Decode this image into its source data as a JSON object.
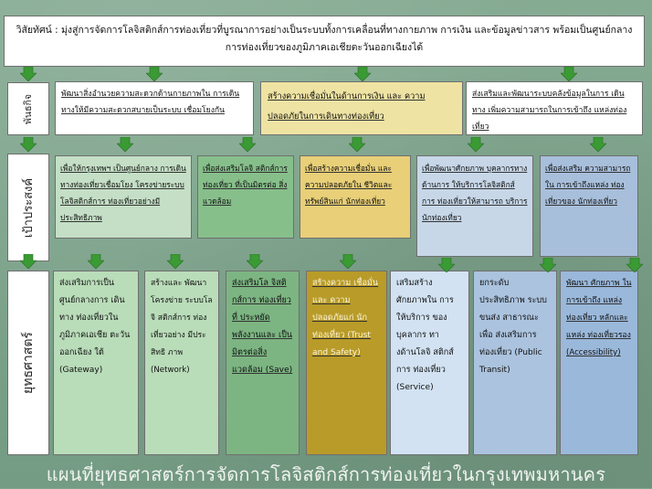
{
  "vision": {
    "text": "วิสัยทัศน์ : มุ่งสู่การจัดการโลจิสติกส์การท่องเที่ยวที่บูรณาการอย่างเป็นระบบทั้งการเคลื่อนที่ทางกายภาพ การเงิน และข้อมูลข่าวสาร พร้อมเป็นศูนย์กลางการท่องเที่ยวของภูมิภาคเอเชียตะวันออกเฉียงได้"
  },
  "side_labels": {
    "mission": "พันธกิจ",
    "goals": "เป้าประสงค์",
    "strategy": "ยุทธศาสตร์"
  },
  "missions": [
    "พัฒนาสิ่งอำนวยความสะดวกด้านกายภาพใน การเดินทางให้มีความสะดวกสบายเป็นระบบ เชื่อมโยงกัน",
    "สร้างความเชื่อมั่นในด้านการเงิน และ ความปลอดภัยในการเดินทางท่องเที่ยว",
    "ส่งเสริมและพัฒนาระบบคลังข้อมูลในการ เดินทาง เพิ่มความสามารถในการเข้าถึง แหล่งท่องเที่ยว"
  ],
  "goals": [
    "เพื่อให้กรุงเทพฯ เป็นศูนย์กลาง การเดินทางท่องเที่ยวเชื่อมโยง โครงข่ายระบบโลจิสติกส์การ ท่องเที่ยวอย่างมีประสิทธิภาพ",
    "เพื่อส่งเสริมโลจิ สติกส์การท่องเที่ยว ที่เป็นมิตรต่อ สิ่งแวดล้อม",
    "เพื่อสร้างความเชื่อมั่น และความปลอดภัยใน ชีวิตและทรัพย์สินแก่ นักท่องเที่ยว",
    "เพื่อพัฒนาศักยภาพ บุคลากรทางด้านการ ให้บริการโลจิสติกส์การ ท่องเที่ยวให้สามารถ บริการนักท่องเที่ยว",
    "เพื่อส่งเสริม ความสามารถใน การเข้าถึงแหล่ง ท่องเที่ยวของ นักท่องเที่ยว"
  ],
  "strategies": [
    "ส่งเสริมการเป็น ศูนย์กลางการ เดินทาง ท่องเที่ยวใน ภูมิภาคเอเชีย ตะวันออกเฉียง ใต้ (Gateway)",
    "สร้างและ พัฒนา โครงข่าย ระบบโลจิ สติกส์การ ท่องเที่ยวอย่าง มีประสิทธิ ภาพ (Network)",
    "ส่งเสริมโล จิสติกส์การ ท่องเที่ยวที่ ประหยัด พลังงานและ เป็นมิตรต่อสิ่ง แวดล้อม (Save)",
    "สร้างความ เชื่อมั่นและ ความ ปลอดภัยแก่ นัก ท่องเที่ยว (Trust and Safety)",
    "เสริมสร้าง ศักยภาพใน การให้บริการ ของบุคลากร ทางด้านโลจิ สติกส์การ ท่องเที่ยว (Service)",
    "ยกระดับ ประสิทธิภาพ ระบบขนส่ง สาธารณะเพื่อ ส่งเสริมการ ท่องเที่ยว (Public Transit)",
    "พัฒนา ศักยภาพ ในการเข้าถึง แหล่งท่องเที่ยว หลักและแหล่ง ท่องเที่ยวรอง (Accessibility)"
  ],
  "caption": "แผนที่ยุทธศาสตร์การจัดการโลจิสติกส์การท่องเที่ยวในกรุงเทพมหานคร",
  "colors": {
    "background": "#7fa58c",
    "arrow": "#3a9a34",
    "mission_finance": "#efe3a3",
    "goal_green_light": "#c4dfc5",
    "goal_green": "#87bf8b",
    "goal_gold": "#e8cf78",
    "goal_blue_light": "#c7d7e8",
    "goal_blue": "#a8bfdb",
    "strategy_green_light": "#b9dcb9",
    "strategy_green": "#7cb582",
    "strategy_gold": "#b89b28",
    "strategy_blue_light": "#d2e2f2",
    "strategy_blue": "#abc3de",
    "strategy_blue_deep": "#9ab8da"
  }
}
